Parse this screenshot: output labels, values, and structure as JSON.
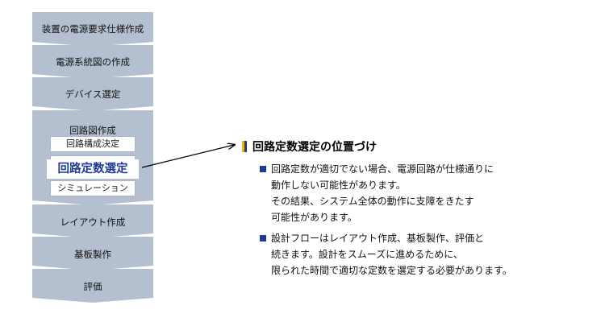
{
  "flow": {
    "steps": [
      {
        "label": "装置の電源要求仕様作成"
      },
      {
        "label": "電源系統図の作成"
      },
      {
        "label": "デバイス選定"
      },
      {
        "label": "回路図作成"
      },
      {
        "label": "レイアウト作成"
      },
      {
        "label": "基板製作"
      },
      {
        "label": "評価"
      }
    ],
    "substeps": [
      "回路構成決定",
      "回路定数選定",
      "シミュレーション"
    ],
    "highlighted_substep": "回路定数選定"
  },
  "panel": {
    "title": "回路定数選定の位置づけ",
    "bullets": [
      {
        "lines": [
          "回路定数が適切でない場合、電源回路が仕様通りに",
          "動作しない可能性があります。",
          "その結果、システム全体の動作に支障をきたす",
          "可能性があります。"
        ]
      },
      {
        "lines": [
          "設計フローはレイアウト作成、基板製作、評価と",
          "続きます。設計をスムーズに進めるために、",
          "限られた時間で適切な定数を選定する必要があります。"
        ]
      }
    ]
  },
  "colors": {
    "step_fill": "#b4bfd0",
    "accent": "#1f3a93",
    "marker": "#f2b200"
  }
}
